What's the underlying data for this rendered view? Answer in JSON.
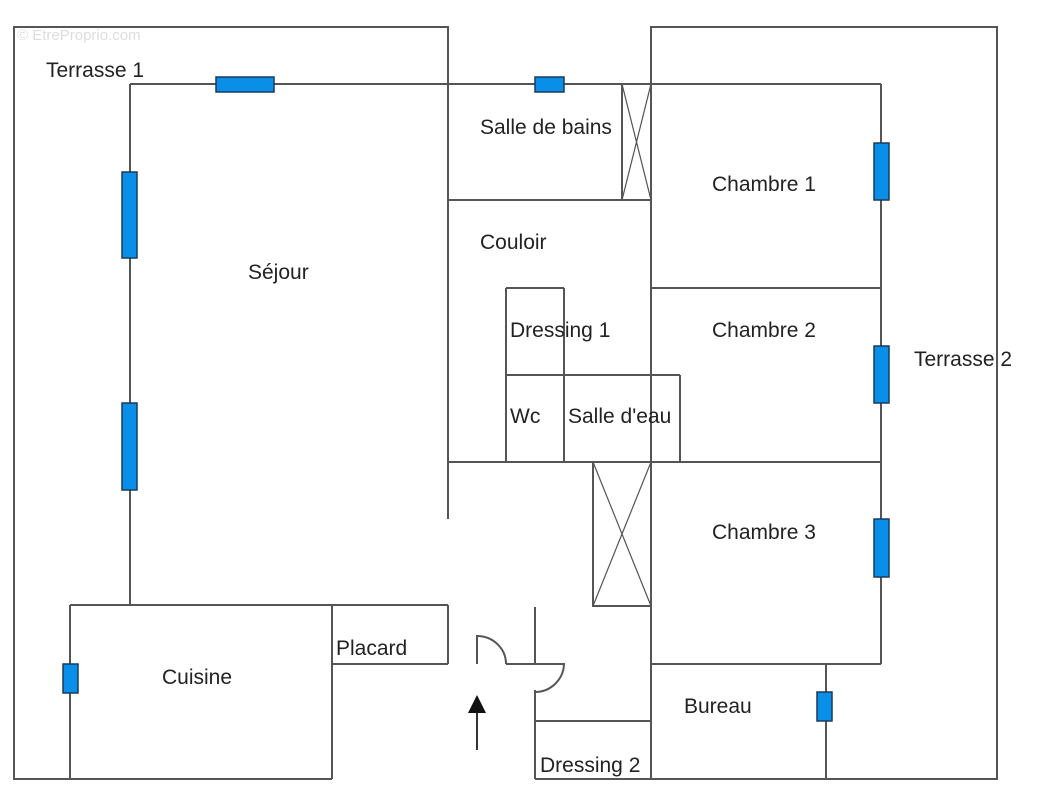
{
  "watermark": "© EtreProprio.com",
  "rooms": {
    "terrasse_1": "Terrasse 1",
    "terrasse_2": "Terrasse 2",
    "salle_de_bains": "Salle de bains",
    "chambre_1": "Chambre 1",
    "couloir": "Couloir",
    "sejour": "Séjour",
    "dressing_1": "Dressing 1",
    "chambre_2": "Chambre 2",
    "wc": "Wc",
    "salle_deau": "Salle d'eau",
    "chambre_3": "Chambre 3",
    "placard": "Placard",
    "cuisine": "Cuisine",
    "bureau": "Bureau",
    "dressing_2": "Dressing 2"
  },
  "colors": {
    "window": "#0a8fe8",
    "wall": "#555555",
    "background": "#ffffff"
  },
  "icons": {
    "entrance": "entrance-arrow-icon"
  }
}
